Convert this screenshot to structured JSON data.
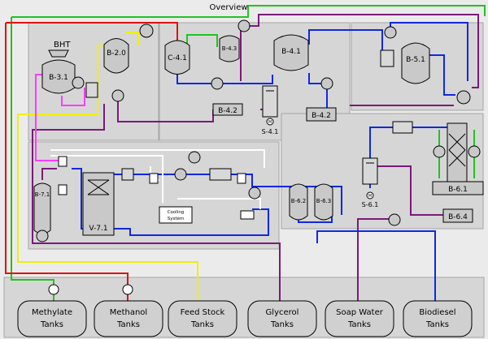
{
  "title": "Overview",
  "colors": {
    "green": "#22c322",
    "red": "#e01010",
    "yellow": "#f0f000",
    "purple": "#7a1a7a",
    "magenta": "#ff3cff",
    "blue": "#1028e0",
    "white": "#ffffff",
    "background": "#ebebeb",
    "area": "#d6d6d6"
  },
  "equipment": {
    "bht": "BHT",
    "b31": "B-3.1",
    "b20": "B-2.0",
    "c41": "C-4.1",
    "b43": "B-4.3",
    "b41": "B-4.1",
    "b51": "B-5.1",
    "b42_tag": "B-4.2",
    "b42_box": "B-4.2",
    "s41": "S-4.1",
    "b71": "B-7.1",
    "v71": "V-7.1",
    "cooling_line1": "Cooling",
    "cooling_line2": "System",
    "b62": "B-6.2",
    "b63": "B-6.3",
    "s61": "S-6.1",
    "b61": "B-6.1",
    "b64": "B-6.4",
    "motor": "M"
  },
  "tanks": [
    {
      "line1": "Methylate",
      "line2": "Tanks"
    },
    {
      "line1": "Methanol",
      "line2": "Tanks"
    },
    {
      "line1": "Feed Stock",
      "line2": "Tanks"
    },
    {
      "line1": "Glycerol",
      "line2": "Tanks"
    },
    {
      "line1": "Soap Water",
      "line2": "Tanks"
    },
    {
      "line1": "Biodiesel",
      "line2": "Tanks"
    }
  ]
}
